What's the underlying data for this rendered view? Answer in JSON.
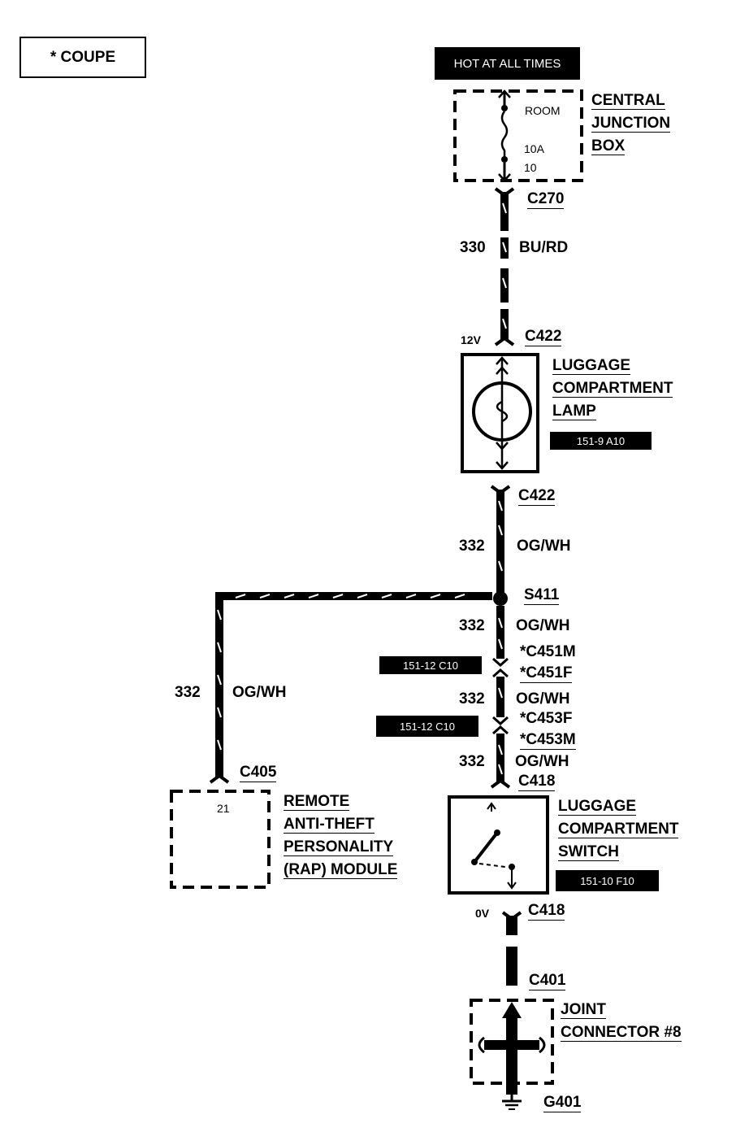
{
  "legend": "* COUPE",
  "power_label": "HOT AT ALL TIMES",
  "central_junction_box": {
    "name_lines": [
      "CENTRAL",
      "JUNCTION",
      "BOX"
    ],
    "fuse_circuit": "ROOM",
    "fuse_rating": "10A",
    "fuse_number": "10"
  },
  "connectors": {
    "c270": "C270",
    "c422_top": "C422",
    "c422_bottom": "C422",
    "s411": "S411",
    "c451m": "*C451M",
    "c451f": "*C451F",
    "c453f": "*C453F",
    "c453m": "*C453M",
    "c418_top": "C418",
    "c418_bottom": "C418",
    "c401": "C401",
    "c405": "C405",
    "g401": "G401"
  },
  "voltages": {
    "top": "12V",
    "bottom": "0V"
  },
  "wires": {
    "w330_num": "330",
    "w330_color": "BU/RD",
    "w332a_num": "332",
    "w332a_color": "OG/WH",
    "w332b_num": "332",
    "w332b_color": "OG/WH",
    "w332c_num": "332",
    "w332c_color": "OG/WH",
    "w332d_num": "332",
    "w332d_color": "OG/WH",
    "w332e_num": "332",
    "w332e_color": "OG/WH"
  },
  "luggage_lamp": {
    "name_lines": [
      "LUGGAGE",
      "COMPARTMENT",
      "LAMP"
    ],
    "ref": "151-9 A10"
  },
  "luggage_switch": {
    "name_lines": [
      "LUGGAGE",
      "COMPARTMENT",
      "SWITCH"
    ],
    "ref": "151-10 F10"
  },
  "rap_module": {
    "name_lines": [
      "REMOTE",
      "ANTI-THEFT",
      "PERSONALITY",
      "(RAP) MODULE"
    ],
    "pin": "21"
  },
  "joint_connector": {
    "name_lines": [
      "JOINT",
      "CONNECTOR #8"
    ]
  },
  "refs": {
    "c451": "151-12 C10",
    "c453": "151-12 C10"
  }
}
